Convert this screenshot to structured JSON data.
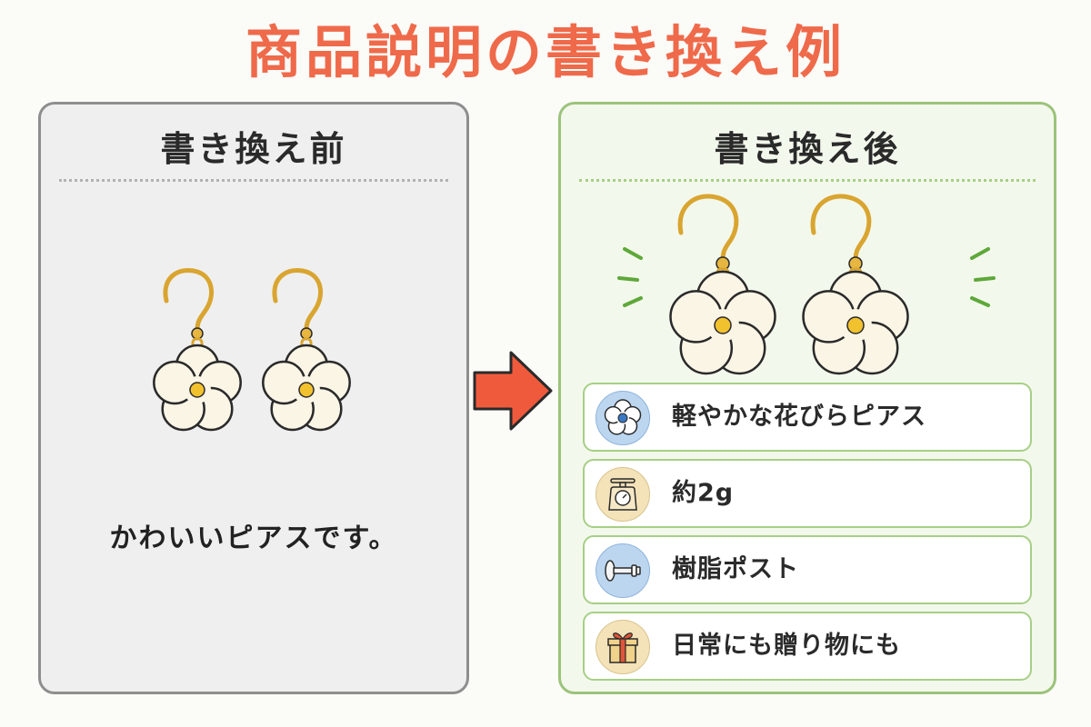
{
  "title": "商品説明の書き換え例",
  "before": {
    "heading": "書き換え前",
    "description": "かわいいピアスです。"
  },
  "after": {
    "heading": "書き換え後",
    "features": [
      {
        "text": "軽やかな花びらピアス",
        "icon": "flower-icon"
      },
      {
        "text": "約2g",
        "icon": "scale-icon"
      },
      {
        "text": "樹脂ポスト",
        "icon": "resin-post-icon"
      },
      {
        "text": "日常にも贈り物にも",
        "icon": "gift-icon"
      }
    ]
  },
  "colors": {
    "title": "#ef6a4a",
    "arrow": "#f05a3c",
    "after_border": "#9bc37a",
    "before_border": "#8e8e8e",
    "flower_petal": "#fbf5e6",
    "flower_center": "#f2c12e",
    "hook_gold": "#d9a530"
  }
}
